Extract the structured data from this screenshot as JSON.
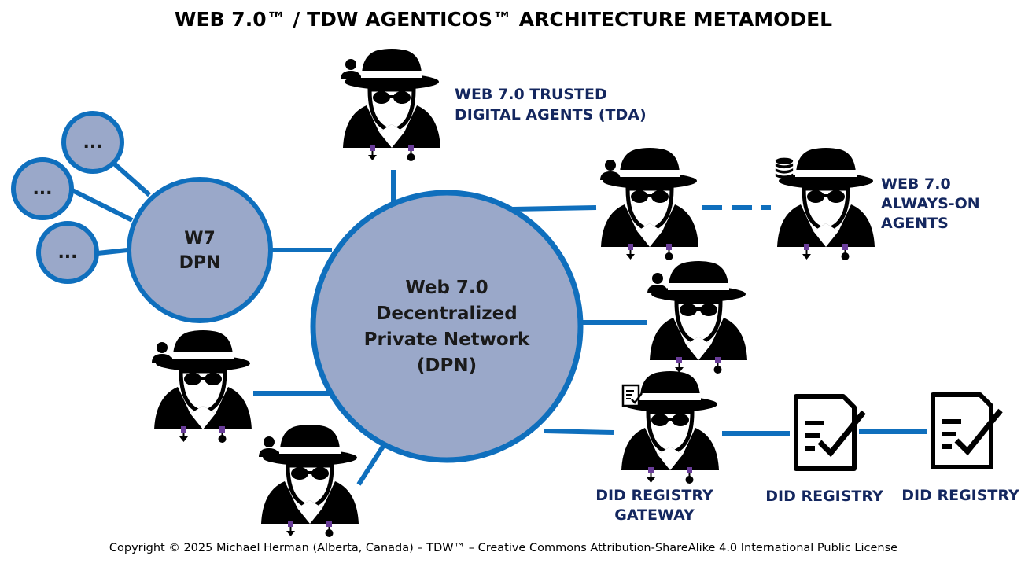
{
  "title": "WEB 7.0™ / TDW AGENTICOS™ ARCHITECTURE METAMODEL",
  "colors": {
    "node_fill": "#9aa8c9",
    "node_stroke": "#0f6fbd",
    "link": "#0f6fbd",
    "label": "#14275f",
    "agent_accent": "#6a3d9a"
  },
  "central_node": {
    "lines": [
      "Web 7.0",
      "Decentralized",
      "Private Network",
      "(DPN)"
    ]
  },
  "w7_node": {
    "lines": [
      "W7",
      "DPN"
    ]
  },
  "peer_nodes": [
    "...",
    "...",
    "..."
  ],
  "labels": {
    "tda": [
      "WEB 7.0 TRUSTED",
      "DIGITAL AGENTS (TDA)"
    ],
    "always_on": [
      "WEB 7.0",
      "ALWAYS-ON",
      "AGENTS"
    ],
    "gateway": [
      "DID REGISTRY",
      "GATEWAY"
    ],
    "registry_1": "DID REGISTRY",
    "registry_2": "DID REGISTRY"
  },
  "agents": [
    {
      "id": "tda-top",
      "badge": "person-icon"
    },
    {
      "id": "agent-right-1",
      "badge": "person-icon"
    },
    {
      "id": "always-on-agent",
      "badge": "database-icon"
    },
    {
      "id": "agent-right-2",
      "badge": "person-icon"
    },
    {
      "id": "gateway-agent",
      "badge": "checklist-icon"
    },
    {
      "id": "agent-left",
      "badge": "person-icon"
    },
    {
      "id": "agent-bottom",
      "badge": "person-icon"
    }
  ],
  "footer": "Copyright © 2025 Michael Herman (Alberta, Canada) – TDW™ – Creative Commons Attribution-ShareAlike 4.0 International Public License"
}
